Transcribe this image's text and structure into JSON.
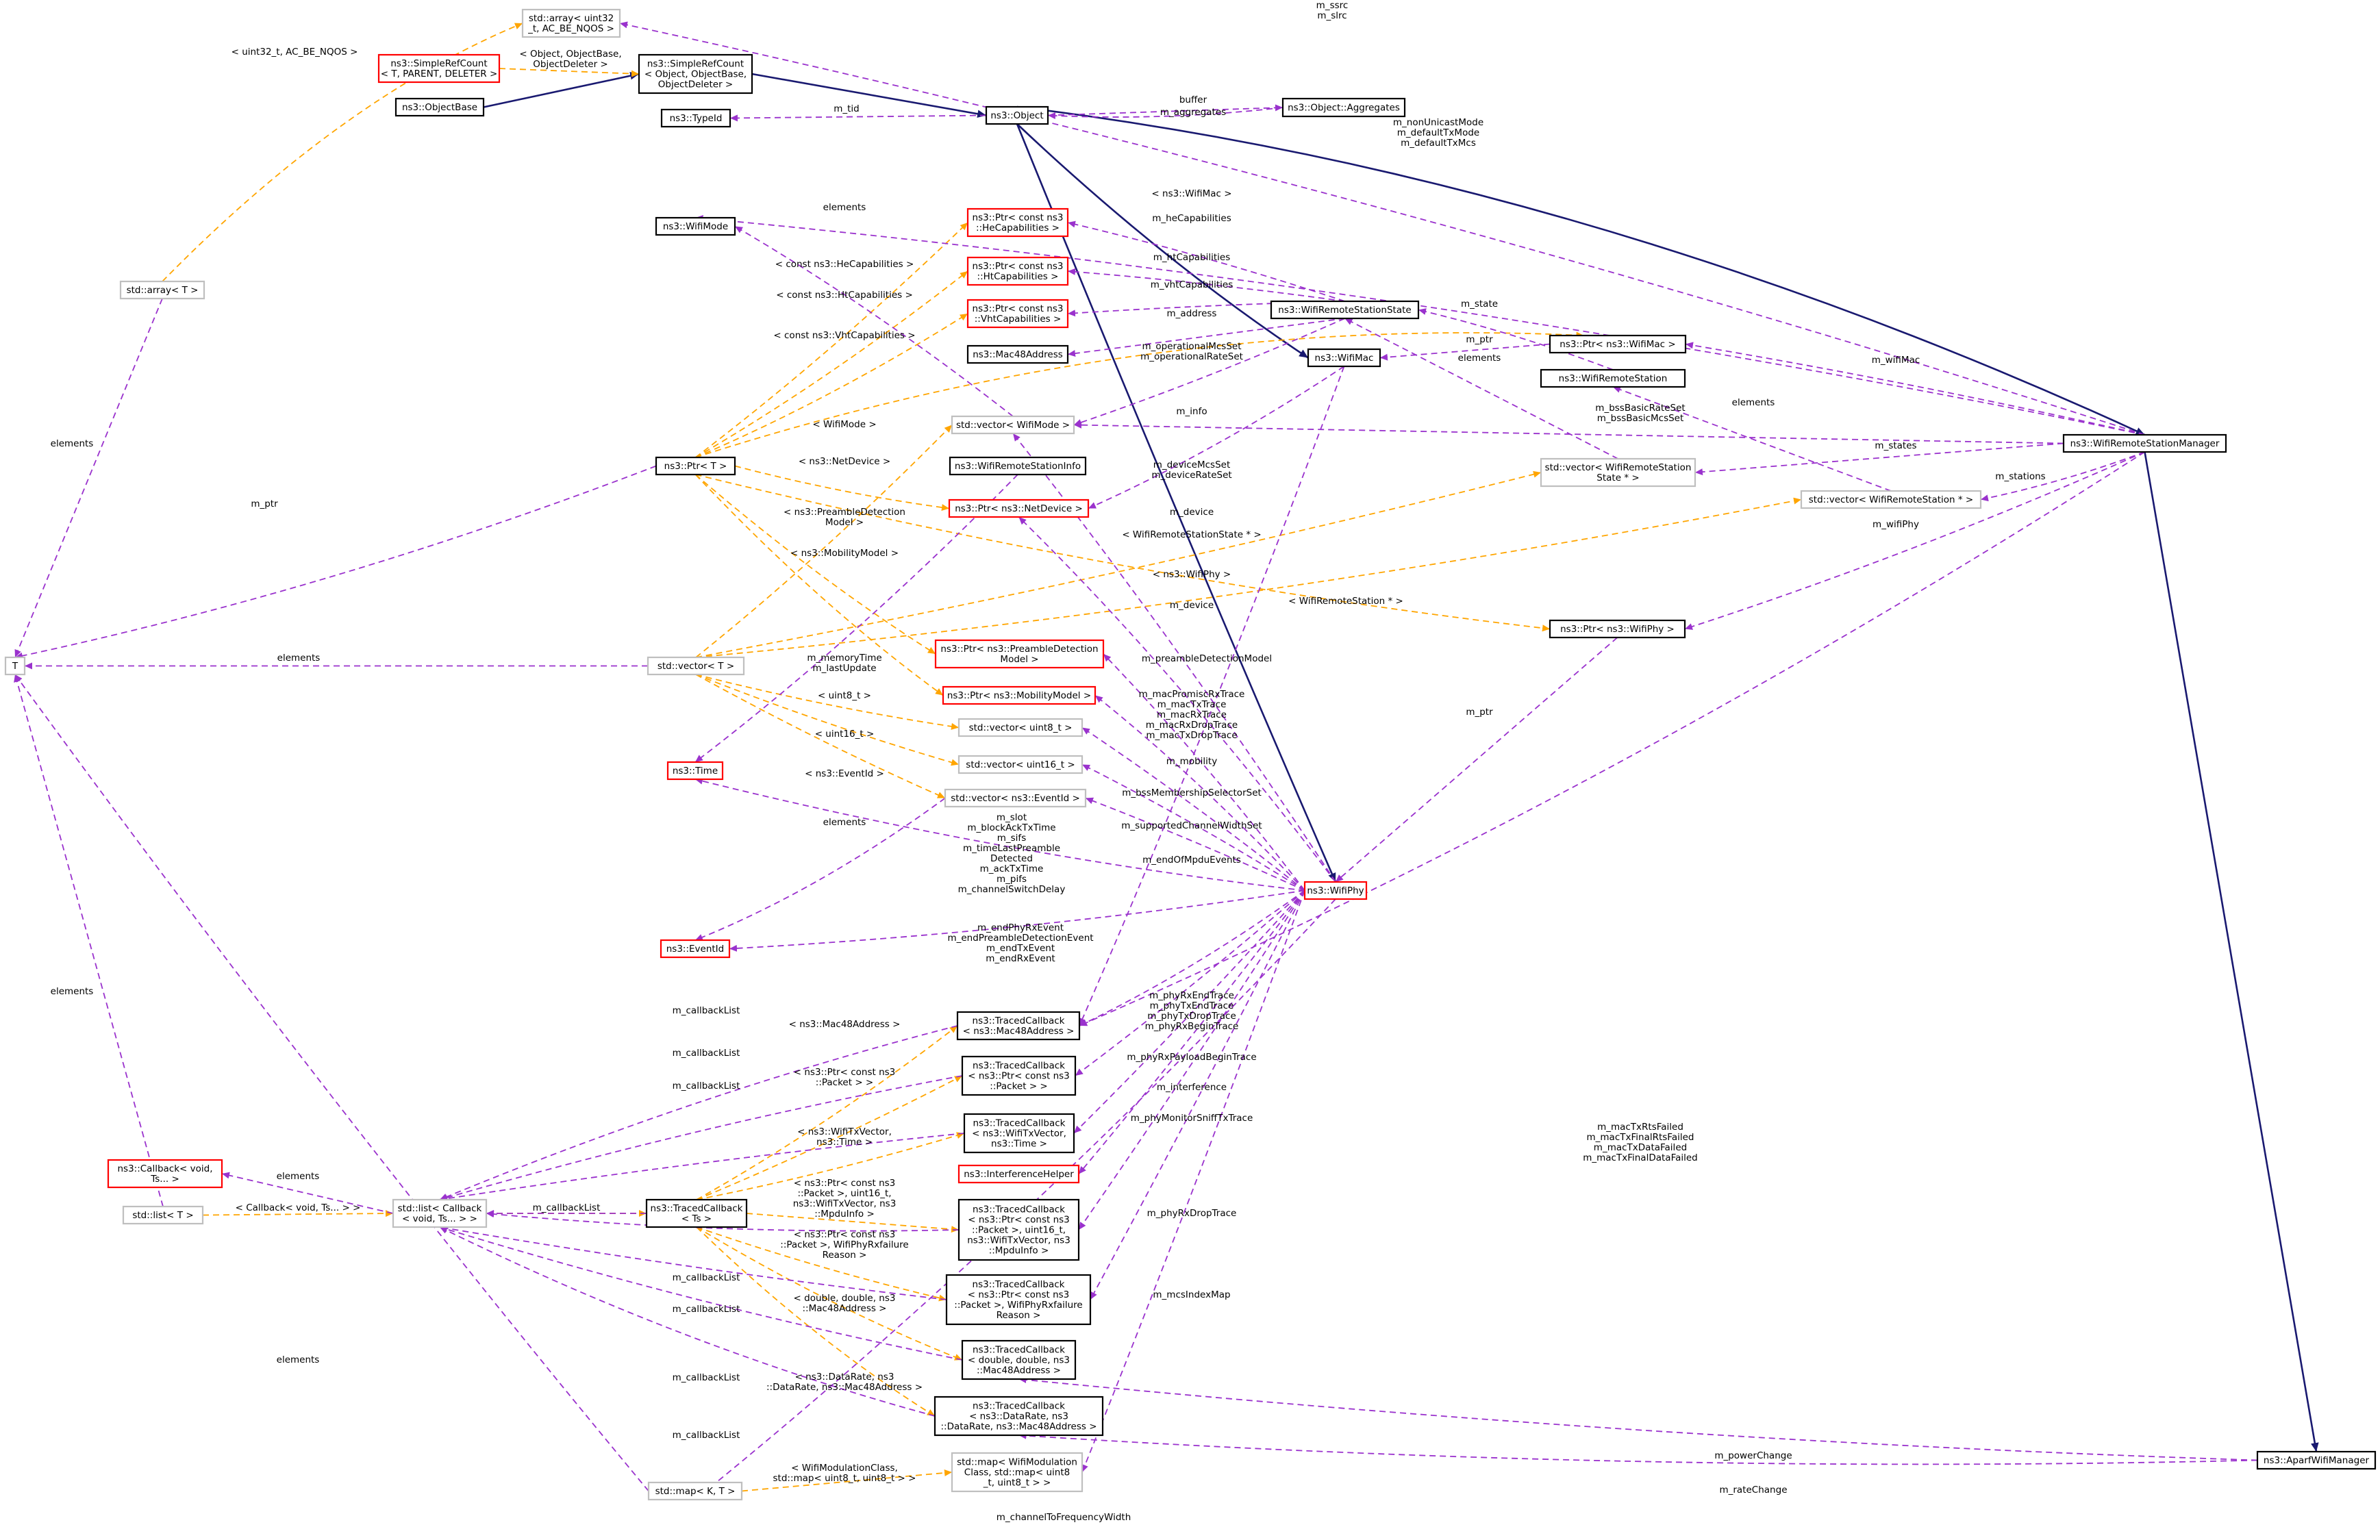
{
  "colors": {
    "inherit": "#191970",
    "usage": "#9a32cd",
    "template": "#ffa500",
    "node_border": "#000000",
    "node_border_undoc": "#ff0000",
    "node_border_light": "#bfbfbf",
    "node_fill_selected": "#bfbfbf"
  },
  "nodes": [
    {
      "id": "arr",
      "lines": [
        "std::array< uint32",
        "_t, AC_BE_NQOS >"
      ]
    },
    {
      "id": "src",
      "lines": [
        "ns3::SimpleRefCount",
        "< T, PARENT, DELETER >"
      ]
    },
    {
      "id": "srcObj",
      "lines": [
        "ns3::SimpleRefCount",
        "< Object, ObjectBase,",
        "ObjectDeleter >"
      ]
    },
    {
      "id": "objbase",
      "lines": [
        "ns3::ObjectBase"
      ]
    },
    {
      "id": "typeid",
      "lines": [
        "ns3::TypeId"
      ]
    },
    {
      "id": "obj",
      "lines": [
        "ns3::Object"
      ]
    },
    {
      "id": "aggr",
      "lines": [
        "ns3::Object::Aggregates"
      ]
    },
    {
      "id": "wmode",
      "lines": [
        "ns3::WifiMode"
      ]
    },
    {
      "id": "arrT",
      "lines": [
        "std::array< T >"
      ]
    },
    {
      "id": "pHe",
      "lines": [
        "ns3::Ptr< const ns3",
        "::HeCapabilities >"
      ]
    },
    {
      "id": "pHt",
      "lines": [
        "ns3::Ptr< const ns3",
        "::HtCapabilities >"
      ]
    },
    {
      "id": "pVht",
      "lines": [
        "ns3::Ptr< const ns3",
        "::VhtCapabilities >"
      ]
    },
    {
      "id": "rss",
      "lines": [
        "ns3::WifiRemoteStationState"
      ]
    },
    {
      "id": "mac48",
      "lines": [
        "ns3::Mac48Address"
      ]
    },
    {
      "id": "wmac",
      "lines": [
        "ns3::WifiMac"
      ]
    },
    {
      "id": "pMac",
      "lines": [
        "ns3::Ptr< ns3::WifiMac >"
      ]
    },
    {
      "id": "wrs",
      "lines": [
        "ns3::WifiRemoteStation"
      ]
    },
    {
      "id": "vMode",
      "lines": [
        "std::vector< WifiMode >"
      ]
    },
    {
      "id": "ptrT",
      "lines": [
        "ns3::Ptr< T >"
      ]
    },
    {
      "id": "rsi",
      "lines": [
        "ns3::WifiRemoteStationInfo"
      ]
    },
    {
      "id": "pNet",
      "lines": [
        "ns3::Ptr< ns3::NetDevice >"
      ]
    },
    {
      "id": "vRss",
      "lines": [
        "std::vector< WifiRemoteStation",
        "State * >"
      ]
    },
    {
      "id": "rsm",
      "lines": [
        "ns3::WifiRemoteStationManager"
      ]
    },
    {
      "id": "vWrs",
      "lines": [
        "std::vector< WifiRemoteStation * >"
      ]
    },
    {
      "id": "T",
      "lines": [
        "T"
      ]
    },
    {
      "id": "vT",
      "lines": [
        "std::vector< T >"
      ]
    },
    {
      "id": "pPre",
      "lines": [
        "ns3::Ptr< ns3::PreambleDetection",
        "Model >"
      ]
    },
    {
      "id": "pPhy",
      "lines": [
        "ns3::Ptr< ns3::WifiPhy >"
      ]
    },
    {
      "id": "time",
      "lines": [
        "ns3::Time"
      ]
    },
    {
      "id": "pMob",
      "lines": [
        "ns3::Ptr< ns3::MobilityModel >"
      ]
    },
    {
      "id": "vU8",
      "lines": [
        "std::vector< uint8_t >"
      ]
    },
    {
      "id": "vU16",
      "lines": [
        "std::vector< uint16_t >"
      ]
    },
    {
      "id": "vEv",
      "lines": [
        "std::vector< ns3::EventId >"
      ]
    },
    {
      "id": "phy",
      "lines": [
        "ns3::WifiPhy"
      ]
    },
    {
      "id": "evid",
      "lines": [
        "ns3::EventId"
      ]
    },
    {
      "id": "tcMac",
      "lines": [
        "ns3::TracedCallback",
        "< ns3::Mac48Address >"
      ]
    },
    {
      "id": "tcPkt",
      "lines": [
        "ns3::TracedCallback",
        "< ns3::Ptr< const ns3",
        "::Packet > >"
      ]
    },
    {
      "id": "tcTx",
      "lines": [
        "ns3::TracedCallback",
        "< ns3::WifiTxVector,",
        "ns3::Time >"
      ]
    },
    {
      "id": "cbVoid",
      "lines": [
        "ns3::Callback< void,",
        "Ts... >"
      ]
    },
    {
      "id": "intf",
      "lines": [
        "ns3::InterferenceHelper"
      ]
    },
    {
      "id": "lstCb",
      "lines": [
        "std::list< Callback",
        "< void, Ts... > >"
      ]
    },
    {
      "id": "tcTs",
      "lines": [
        "ns3::TracedCallback",
        "< Ts >"
      ]
    },
    {
      "id": "lstT",
      "lines": [
        "std::list< T >"
      ]
    },
    {
      "id": "tcMpdu",
      "lines": [
        "ns3::TracedCallback",
        "< ns3::Ptr< const ns3",
        "::Packet >, uint16_t,",
        "ns3::WifiTxVector, ns3",
        "::MpduInfo >"
      ]
    },
    {
      "id": "tcFail",
      "lines": [
        "ns3::TracedCallback",
        "< ns3::Ptr< const ns3",
        "::Packet >, WifiPhyRxfailure",
        "Reason >"
      ]
    },
    {
      "id": "tcDbl",
      "lines": [
        "ns3::TracedCallback",
        "< double, double, ns3",
        "::Mac48Address >"
      ]
    },
    {
      "id": "tcRate",
      "lines": [
        "ns3::TracedCallback",
        "< ns3::DataRate, ns3",
        "::DataRate, ns3::Mac48Address >"
      ]
    },
    {
      "id": "mapWm",
      "lines": [
        "std::map< WifiModulation",
        "Class, std::map< uint8",
        "_t, uint8_t > >"
      ]
    },
    {
      "id": "mapKT",
      "lines": [
        "std::map< K, T >"
      ]
    },
    {
      "id": "aparf",
      "lines": [
        "ns3::AparfWifiManager"
      ]
    }
  ],
  "edge_labels": [
    {
      "id": "l_ssrc",
      "lines": [
        "m_ssrc",
        "m_slrc"
      ]
    },
    {
      "id": "l_u32",
      "lines": [
        "< uint32_t, AC_BE_NQOS >"
      ]
    },
    {
      "id": "l_objbase",
      "lines": [
        "< Object, ObjectBase,",
        "ObjectDeleter >"
      ]
    },
    {
      "id": "l_tid",
      "lines": [
        "m_tid"
      ]
    },
    {
      "id": "l_buf",
      "lines": [
        "buffer"
      ]
    },
    {
      "id": "l_aggr",
      "lines": [
        "m_aggregates"
      ]
    },
    {
      "id": "l_nonuni",
      "lines": [
        "m_nonUnicastMode",
        "m_defaultTxMode",
        "m_defaultTxMcs"
      ]
    },
    {
      "id": "l_wmacT",
      "lines": [
        "< ns3::WifiMac >"
      ]
    },
    {
      "id": "l_elemMode",
      "lines": [
        "elements"
      ]
    },
    {
      "id": "l_heCap",
      "lines": [
        "m_heCapabilities"
      ]
    },
    {
      "id": "l_constHe",
      "lines": [
        "< const ns3::HeCapabilities >"
      ]
    },
    {
      "id": "l_htCap",
      "lines": [
        "m_htCapabilities"
      ]
    },
    {
      "id": "l_constHt",
      "lines": [
        "< const ns3::HtCapabilities >"
      ]
    },
    {
      "id": "l_vhtCap",
      "lines": [
        "m_vhtCapabilities"
      ]
    },
    {
      "id": "l_constVht",
      "lines": [
        "< const ns3::VhtCapabilities >"
      ]
    },
    {
      "id": "l_addr",
      "lines": [
        "m_address"
      ]
    },
    {
      "id": "l_state",
      "lines": [
        "m_state"
      ]
    },
    {
      "id": "l_mptr",
      "lines": [
        "m_ptr"
      ]
    },
    {
      "id": "l_opMcs",
      "lines": [
        "m_operationalMcsSet",
        "m_operationalRateSet"
      ]
    },
    {
      "id": "l_elemRss",
      "lines": [
        "elements"
      ]
    },
    {
      "id": "l_wifiMac",
      "lines": [
        "m_wifiMac"
      ]
    },
    {
      "id": "l_elemWrs",
      "lines": [
        "elements"
      ]
    },
    {
      "id": "l_elemArr",
      "lines": [
        "elements"
      ]
    },
    {
      "id": "l_wmodeT",
      "lines": [
        "< WifiMode >"
      ]
    },
    {
      "id": "l_info",
      "lines": [
        "m_info"
      ]
    },
    {
      "id": "l_bss",
      "lines": [
        "m_bssBasicRateSet",
        "m_bssBasicMcsSet"
      ]
    },
    {
      "id": "l_netT",
      "lines": [
        "< ns3::NetDevice >"
      ]
    },
    {
      "id": "l_devMcs",
      "lines": [
        "m_deviceMcsSet",
        "m_deviceRateSet"
      ]
    },
    {
      "id": "l_states",
      "lines": [
        "m_states"
      ]
    },
    {
      "id": "l_stations",
      "lines": [
        "m_stations"
      ]
    },
    {
      "id": "l_mptrT",
      "lines": [
        "m_ptr"
      ]
    },
    {
      "id": "l_preT",
      "lines": [
        "< ns3::PreambleDetection",
        "Model >"
      ]
    },
    {
      "id": "l_mdev1",
      "lines": [
        "m_device"
      ]
    },
    {
      "id": "l_rssT",
      "lines": [
        "< WifiRemoteStationState * >"
      ]
    },
    {
      "id": "l_wifiPhy",
      "lines": [
        "m_wifiPhy"
      ]
    },
    {
      "id": "l_mobT",
      "lines": [
        "< ns3::MobilityModel >"
      ]
    },
    {
      "id": "l_phyT",
      "lines": [
        "< ns3::WifiPhy >"
      ]
    },
    {
      "id": "l_wrsT",
      "lines": [
        "< WifiRemoteStation * >"
      ]
    },
    {
      "id": "l_mdev2",
      "lines": [
        "m_device"
      ]
    },
    {
      "id": "l_elemT",
      "lines": [
        "elements"
      ]
    },
    {
      "id": "l_mem",
      "lines": [
        "m_memoryTime",
        "m_lastUpdate"
      ]
    },
    {
      "id": "l_preDet",
      "lines": [
        "m_preambleDetectionModel"
      ]
    },
    {
      "id": "l_u8",
      "lines": [
        "< uint8_t >"
      ]
    },
    {
      "id": "l_macProm",
      "lines": [
        "m_macPromiscRxTrace",
        "m_macTxTrace",
        "m_macRxTrace",
        "m_macRxDropTrace",
        "m_macTxDropTrace"
      ]
    },
    {
      "id": "l_mptrPhy",
      "lines": [
        "m_ptr"
      ]
    },
    {
      "id": "l_u16",
      "lines": [
        "< uint16_t >"
      ]
    },
    {
      "id": "l_mob",
      "lines": [
        "m_mobility"
      ]
    },
    {
      "id": "l_evT",
      "lines": [
        "< ns3::EventId >"
      ]
    },
    {
      "id": "l_bssMem",
      "lines": [
        "m_bssMembershipSelectorSet"
      ]
    },
    {
      "id": "l_elemEv",
      "lines": [
        "elements"
      ]
    },
    {
      "id": "l_supCh",
      "lines": [
        "m_supportedChannelWidthSet"
      ]
    },
    {
      "id": "l_slot",
      "lines": [
        "m_slot",
        "m_blockAckTxTime",
        "m_sifs",
        "m_timeLastPreamble",
        "Detected",
        "m_ackTxTime",
        "m_pifs",
        "m_channelSwitchDelay"
      ]
    },
    {
      "id": "l_endMpdu",
      "lines": [
        "m_endOfMpduEvents"
      ]
    },
    {
      "id": "l_endPhy",
      "lines": [
        "m_endPhyRxEvent",
        "m_endPreambleDetectionEvent",
        "m_endTxEvent",
        "m_endRxEvent"
      ]
    },
    {
      "id": "l_elemLstT",
      "lines": [
        "elements"
      ]
    },
    {
      "id": "l_cbl1",
      "lines": [
        "m_callbackList"
      ]
    },
    {
      "id": "l_phyRxEnd",
      "lines": [
        "m_phyRxEndTrace",
        "m_phyTxEndTrace",
        "m_phyTxDropTrace",
        "m_phyRxBeginTrace"
      ]
    },
    {
      "id": "l_macT",
      "lines": [
        "< ns3::Mac48Address >"
      ]
    },
    {
      "id": "l_cbl2",
      "lines": [
        "m_callbackList"
      ]
    },
    {
      "id": "l_phyRxPay",
      "lines": [
        "m_phyRxPayloadBeginTrace"
      ]
    },
    {
      "id": "l_pktT",
      "lines": [
        "< ns3::Ptr< const ns3",
        "::Packet > >"
      ]
    },
    {
      "id": "l_cbl3",
      "lines": [
        "m_callbackList"
      ]
    },
    {
      "id": "l_intf",
      "lines": [
        "m_interference"
      ]
    },
    {
      "id": "l_txT",
      "lines": [
        "< ns3::WifiTxVector,",
        "ns3::Time >"
      ]
    },
    {
      "id": "l_sniff",
      "lines": [
        "m_phyMonitorSniffTxTrace"
      ]
    },
    {
      "id": "l_rts",
      "lines": [
        "m_macTxRtsFailed",
        "m_macTxFinalRtsFailed",
        "m_macTxDataFailed",
        "m_macTxFinalDataFailed"
      ]
    },
    {
      "id": "l_elemCb",
      "lines": [
        "elements"
      ]
    },
    {
      "id": "l_cbVoidT",
      "lines": [
        "< Callback< void, Ts... > >"
      ]
    },
    {
      "id": "l_cbl4",
      "lines": [
        "m_callbackList"
      ]
    },
    {
      "id": "l_mpduT",
      "lines": [
        "< ns3::Ptr< const ns3",
        "::Packet >, uint16_t,",
        "ns3::WifiTxVector, ns3",
        "::MpduInfo >"
      ]
    },
    {
      "id": "l_rxDrop",
      "lines": [
        "m_phyRxDropTrace"
      ]
    },
    {
      "id": "l_failT",
      "lines": [
        "< ns3::Ptr< const ns3",
        "::Packet >, WifiPhyRxfailure",
        "Reason >"
      ]
    },
    {
      "id": "l_cbl5",
      "lines": [
        "m_callbackList"
      ]
    },
    {
      "id": "l_dblT",
      "lines": [
        "< double, double, ns3",
        "::Mac48Address >"
      ]
    },
    {
      "id": "l_cbl6",
      "lines": [
        "m_callbackList"
      ]
    },
    {
      "id": "l_mcsIdx",
      "lines": [
        "m_mcsIndexMap"
      ]
    },
    {
      "id": "l_elemMap",
      "lines": [
        "elements"
      ]
    },
    {
      "id": "l_cbl7",
      "lines": [
        "m_callbackList"
      ]
    },
    {
      "id": "l_rateT",
      "lines": [
        "< ns3::DataRate, ns3",
        "::DataRate, ns3::Mac48Address >"
      ]
    },
    {
      "id": "l_cbl8",
      "lines": [
        "m_callbackList"
      ]
    },
    {
      "id": "l_power",
      "lines": [
        "m_powerChange"
      ]
    },
    {
      "id": "l_mapT",
      "lines": [
        "< WifiModulationClass,",
        "std::map< uint8_t, uint8_t > >"
      ]
    },
    {
      "id": "l_rate",
      "lines": [
        "m_rateChange"
      ]
    },
    {
      "id": "l_chFreq",
      "lines": [
        "m_channelToFrequencyWidth"
      ]
    }
  ]
}
